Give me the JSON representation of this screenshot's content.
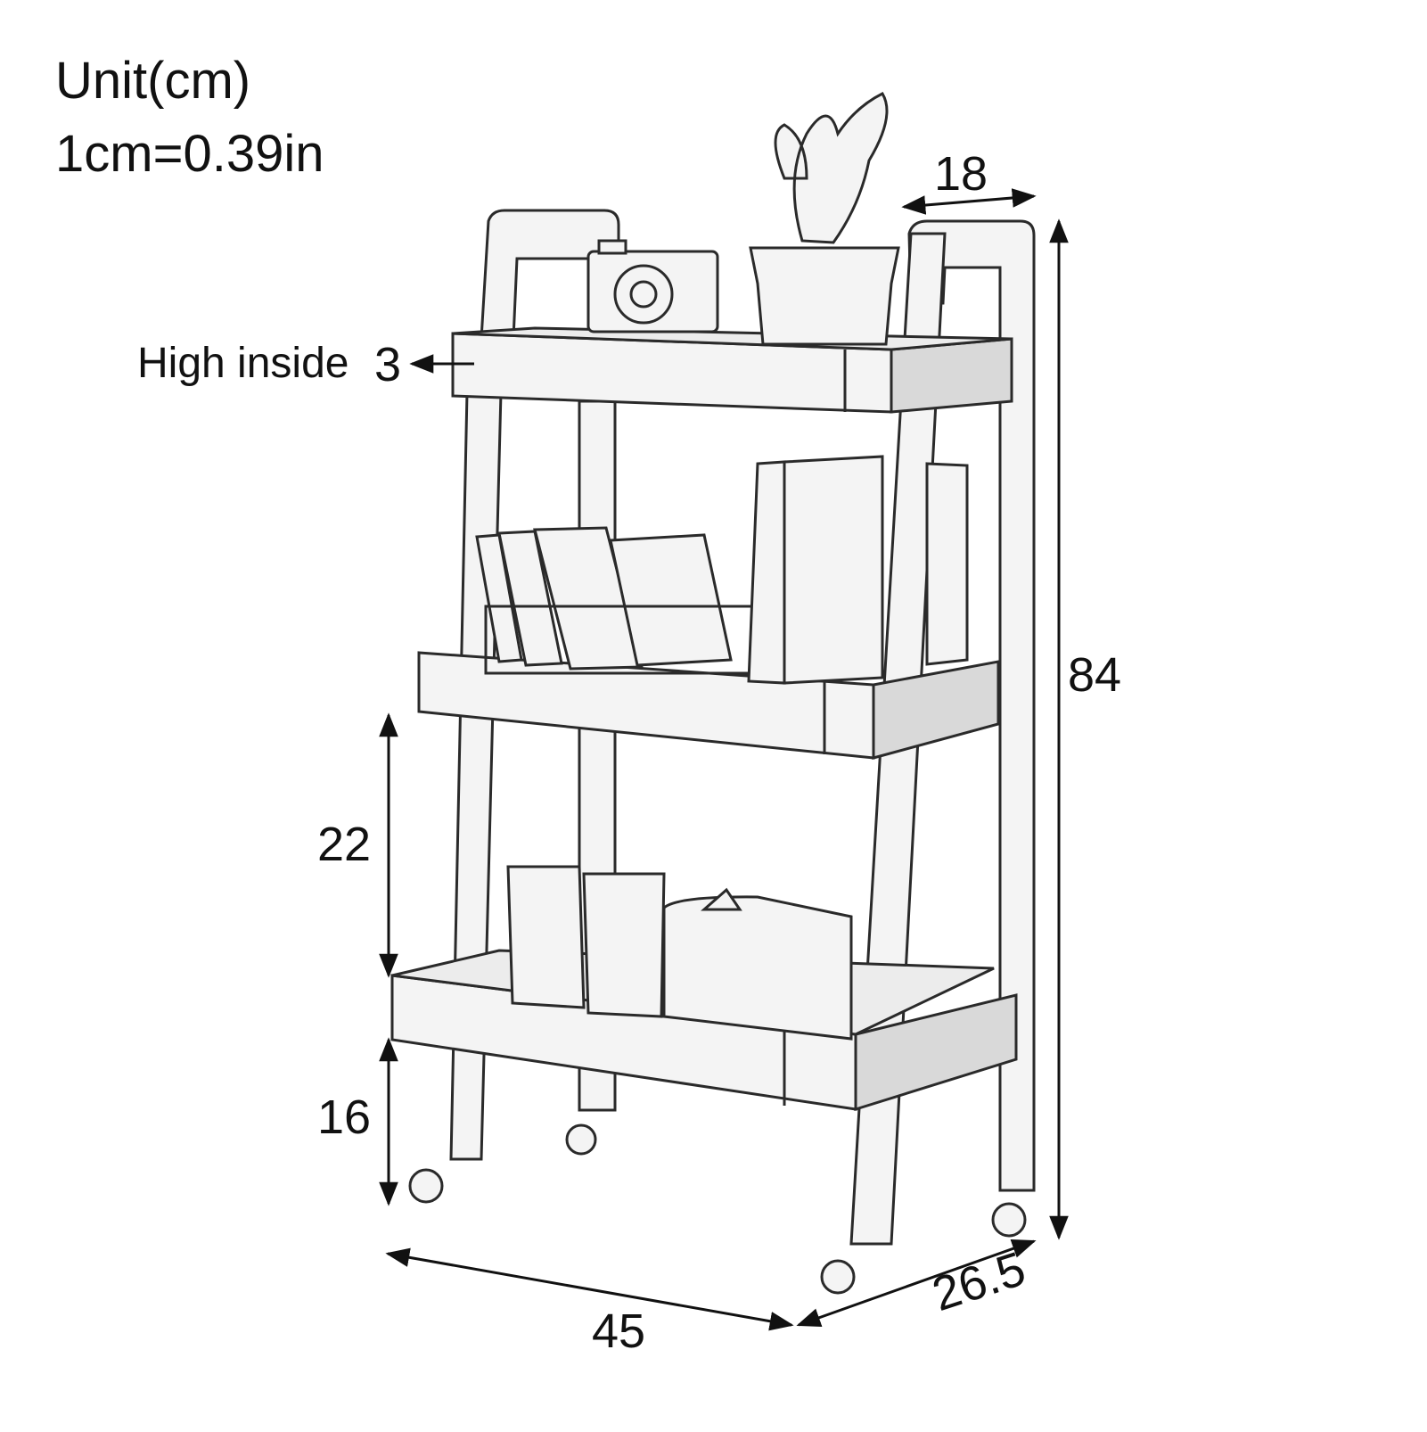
{
  "header": {
    "unit_label": "Unit(cm)",
    "conversion_label": "1cm=0.39in"
  },
  "callouts": {
    "high_inside_label": "High inside",
    "high_inside_value": "3"
  },
  "dimensions": {
    "top_depth": "18",
    "total_height": "84",
    "shelf_gap": "22",
    "bottom_clearance": "16",
    "width": "45",
    "depth": "26.5"
  },
  "colors": {
    "line": "#2a2a2a",
    "wood": "#f4f4f4",
    "shade": "#d9d9d9"
  }
}
